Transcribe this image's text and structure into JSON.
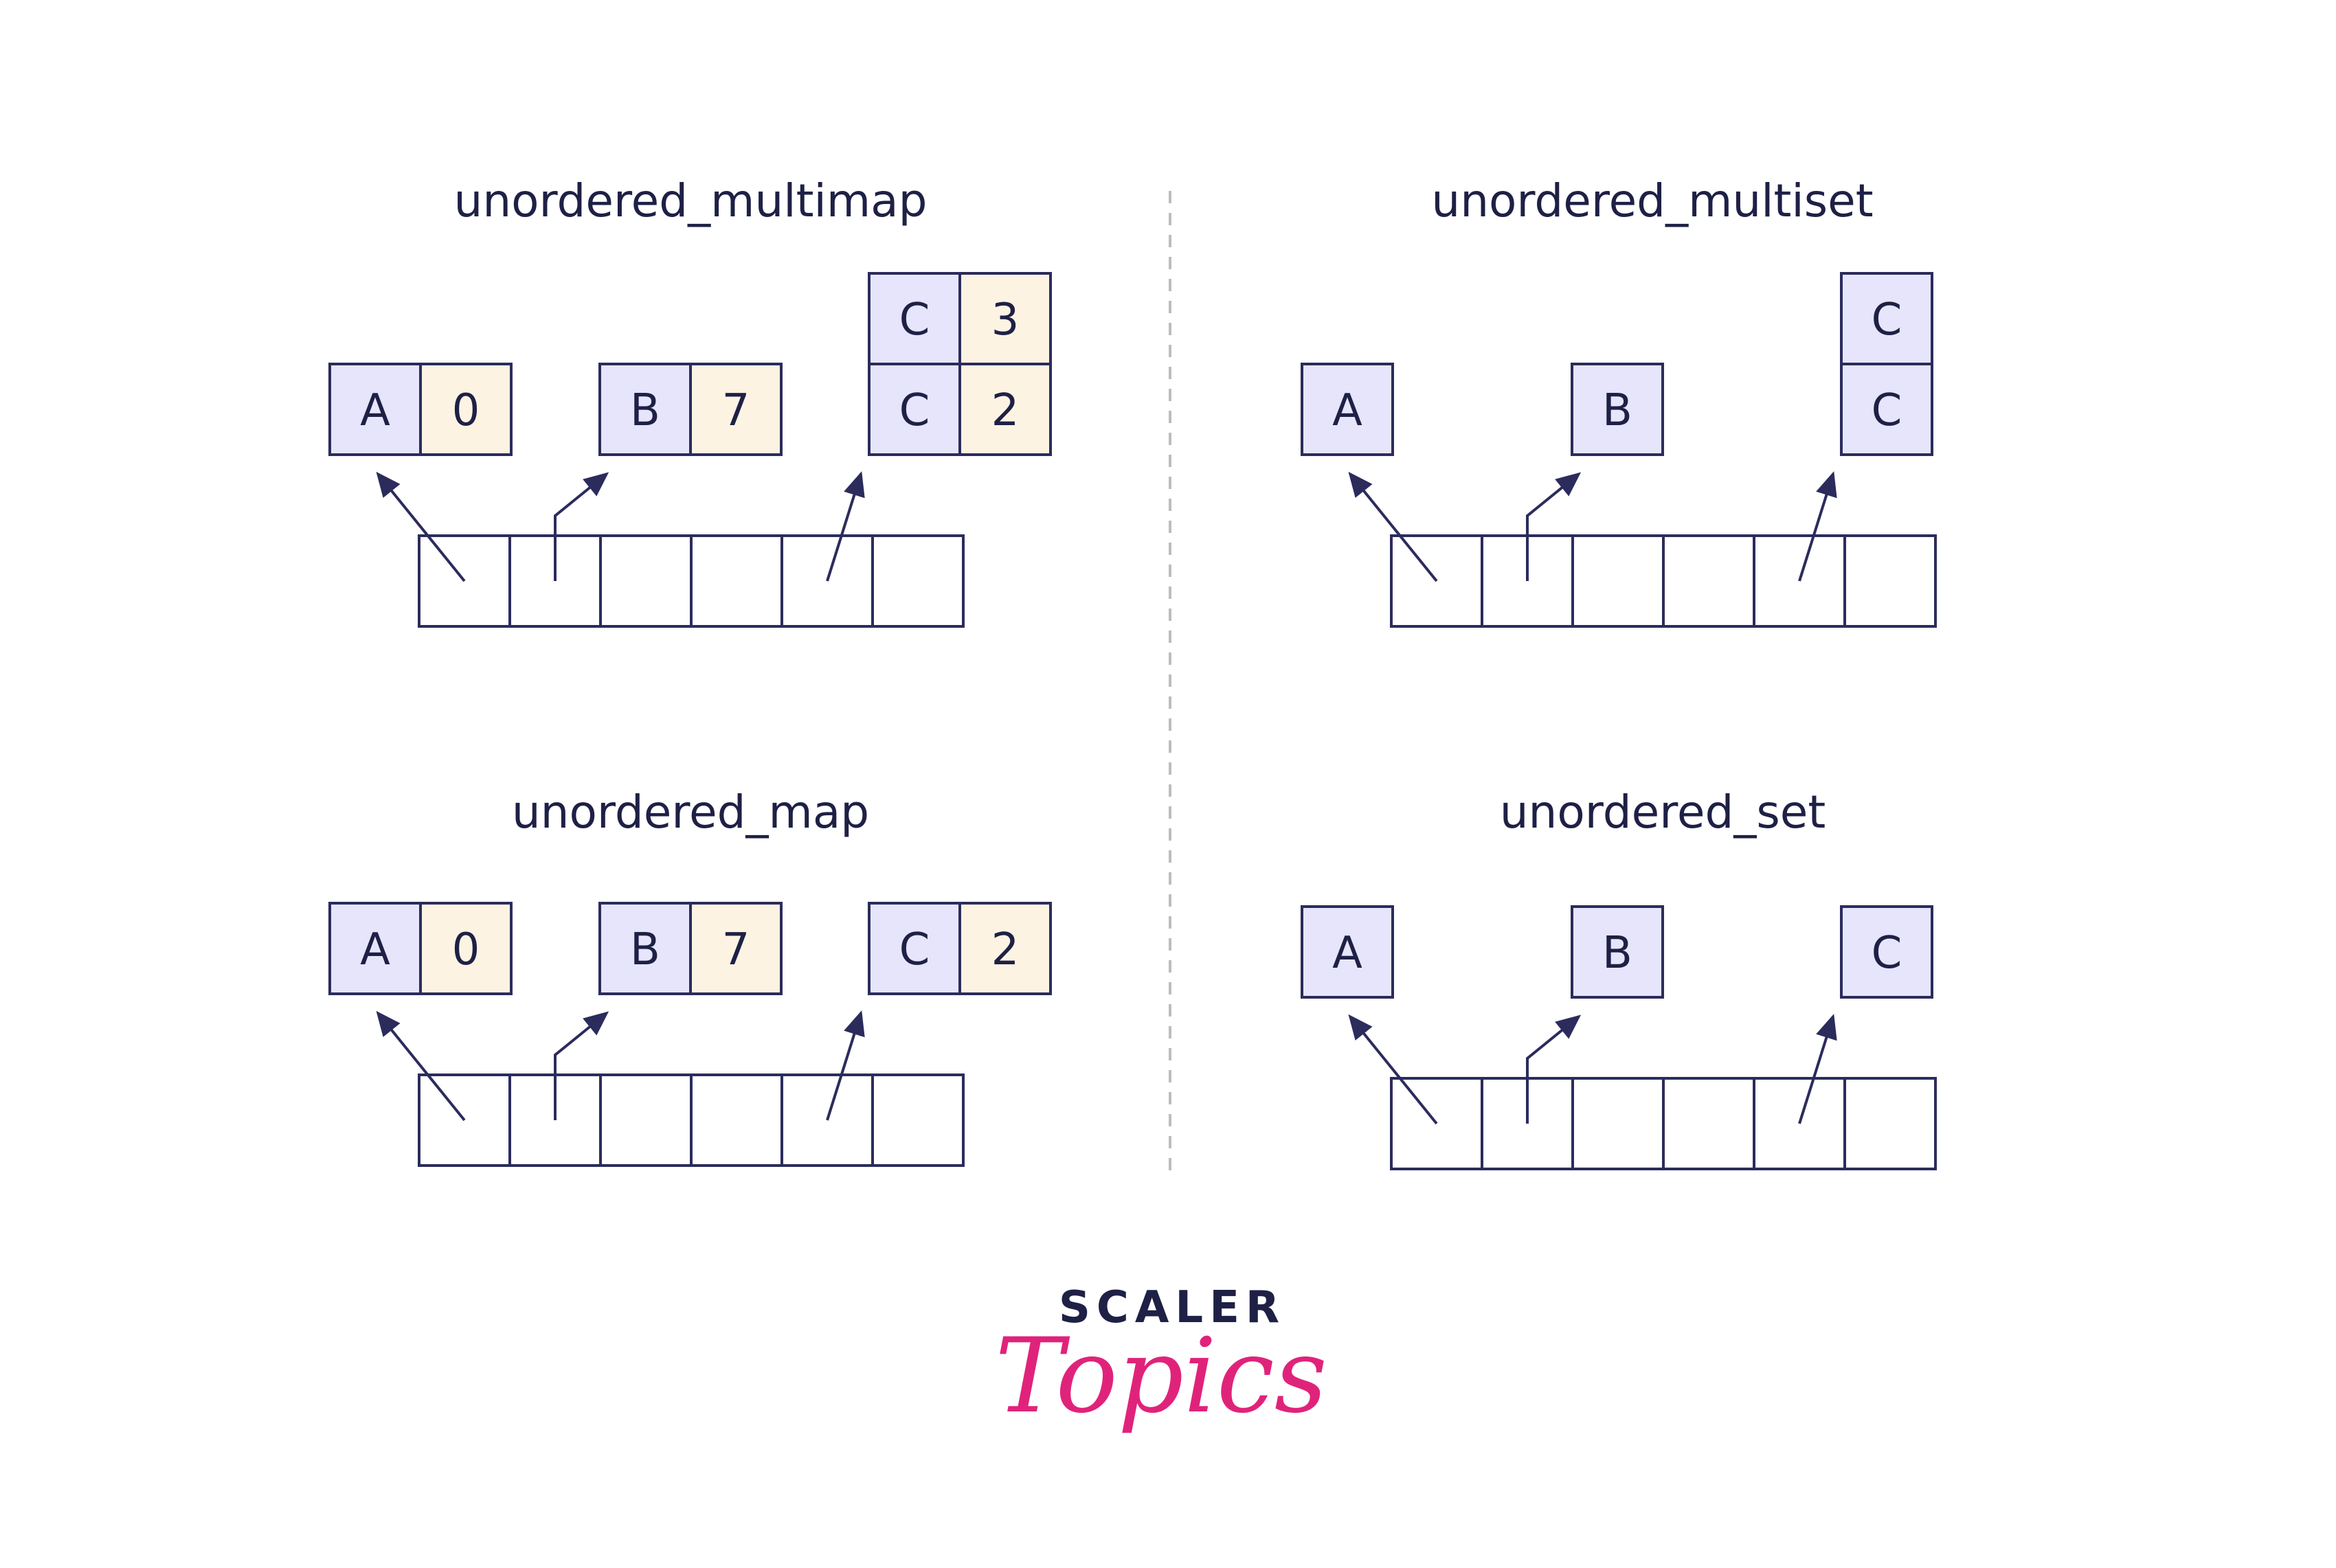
{
  "colors": {
    "stroke": "#2b2c5c",
    "key_fill": "#e6e5fb",
    "value_fill": "#fdf3e3",
    "divider": "#bdbdbd",
    "logo_dark": "#1e2045",
    "logo_pink": "#e0237a"
  },
  "diagrams": [
    {
      "id": "unordered-multimap",
      "title": "unordered_multimap",
      "buckets": 6,
      "nodes": [
        {
          "bucket": 0,
          "entries": [
            {
              "key": "A",
              "value": "0"
            }
          ]
        },
        {
          "bucket": 1,
          "entries": [
            {
              "key": "B",
              "value": "7"
            }
          ]
        },
        {
          "bucket": 4,
          "entries": [
            {
              "key": "C",
              "value": "2"
            },
            {
              "key": "C",
              "value": "3"
            }
          ]
        }
      ]
    },
    {
      "id": "unordered-multiset",
      "title": "unordered_multiset",
      "buckets": 6,
      "nodes": [
        {
          "bucket": 0,
          "entries": [
            {
              "key": "A"
            }
          ]
        },
        {
          "bucket": 1,
          "entries": [
            {
              "key": "B"
            }
          ]
        },
        {
          "bucket": 4,
          "entries": [
            {
              "key": "C"
            },
            {
              "key": "C"
            }
          ]
        }
      ]
    },
    {
      "id": "unordered-map",
      "title": "unordered_map",
      "buckets": 6,
      "nodes": [
        {
          "bucket": 0,
          "entries": [
            {
              "key": "A",
              "value": "0"
            }
          ]
        },
        {
          "bucket": 1,
          "entries": [
            {
              "key": "B",
              "value": "7"
            }
          ]
        },
        {
          "bucket": 4,
          "entries": [
            {
              "key": "C",
              "value": "2"
            }
          ]
        }
      ]
    },
    {
      "id": "unordered-set",
      "title": "unordered_set",
      "buckets": 6,
      "nodes": [
        {
          "bucket": 0,
          "entries": [
            {
              "key": "A"
            }
          ]
        },
        {
          "bucket": 1,
          "entries": [
            {
              "key": "B"
            }
          ]
        },
        {
          "bucket": 4,
          "entries": [
            {
              "key": "C"
            }
          ]
        }
      ]
    }
  ],
  "logo": {
    "brand": "SCALER",
    "sub": "Topics"
  }
}
